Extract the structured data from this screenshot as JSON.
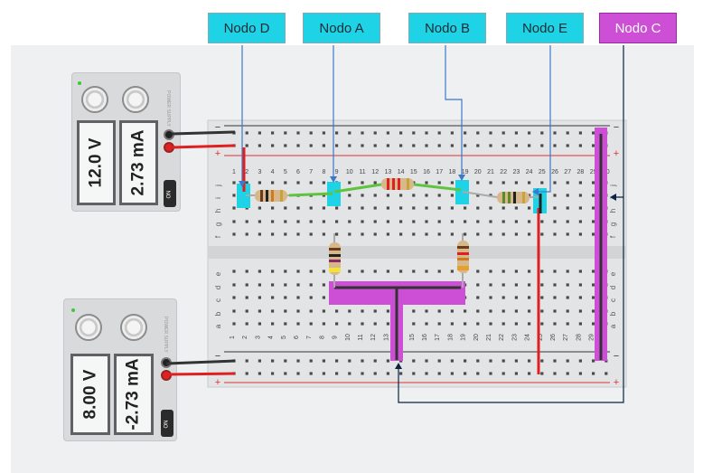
{
  "node_labels": [
    {
      "text": "Nodo D",
      "name": "node-label-d"
    },
    {
      "text": "Nodo A",
      "name": "node-label-a"
    },
    {
      "text": "Nodo B",
      "name": "node-label-b"
    },
    {
      "text": "Nodo E",
      "name": "node-label-e"
    },
    {
      "text": "Nodo C",
      "name": "node-label-c"
    }
  ],
  "colors": {
    "node_cyan": "#1fd3e6",
    "node_magenta": "#cc4fd6",
    "wire_red": "#e02020",
    "wire_black": "#333333",
    "wire_green": "#5ec43f",
    "pointer_blue": "#3d78c9",
    "pointer_navy": "#0c2340"
  },
  "supply_top": {
    "voltage": "12.0 V",
    "current": "2.73 mA",
    "on_label": "ON"
  },
  "supply_bottom": {
    "voltage": "8.00 V",
    "current": "-2.73 mA",
    "on_label": "ON"
  },
  "breadboard": {
    "column_numbers": [
      "1",
      "2",
      "3",
      "4",
      "5",
      "6",
      "7",
      "8",
      "9",
      "10",
      "11",
      "12",
      "13",
      "14",
      "15",
      "16",
      "17",
      "18",
      "19",
      "20",
      "21",
      "22",
      "23",
      "24",
      "25",
      "26",
      "27",
      "28",
      "29",
      "30"
    ],
    "upper_row_letters": [
      "j",
      "i",
      "h",
      "g",
      "f"
    ],
    "lower_row_letters": [
      "e",
      "d",
      "c",
      "b",
      "a"
    ],
    "rail_minus": "−",
    "rail_plus": "+"
  }
}
